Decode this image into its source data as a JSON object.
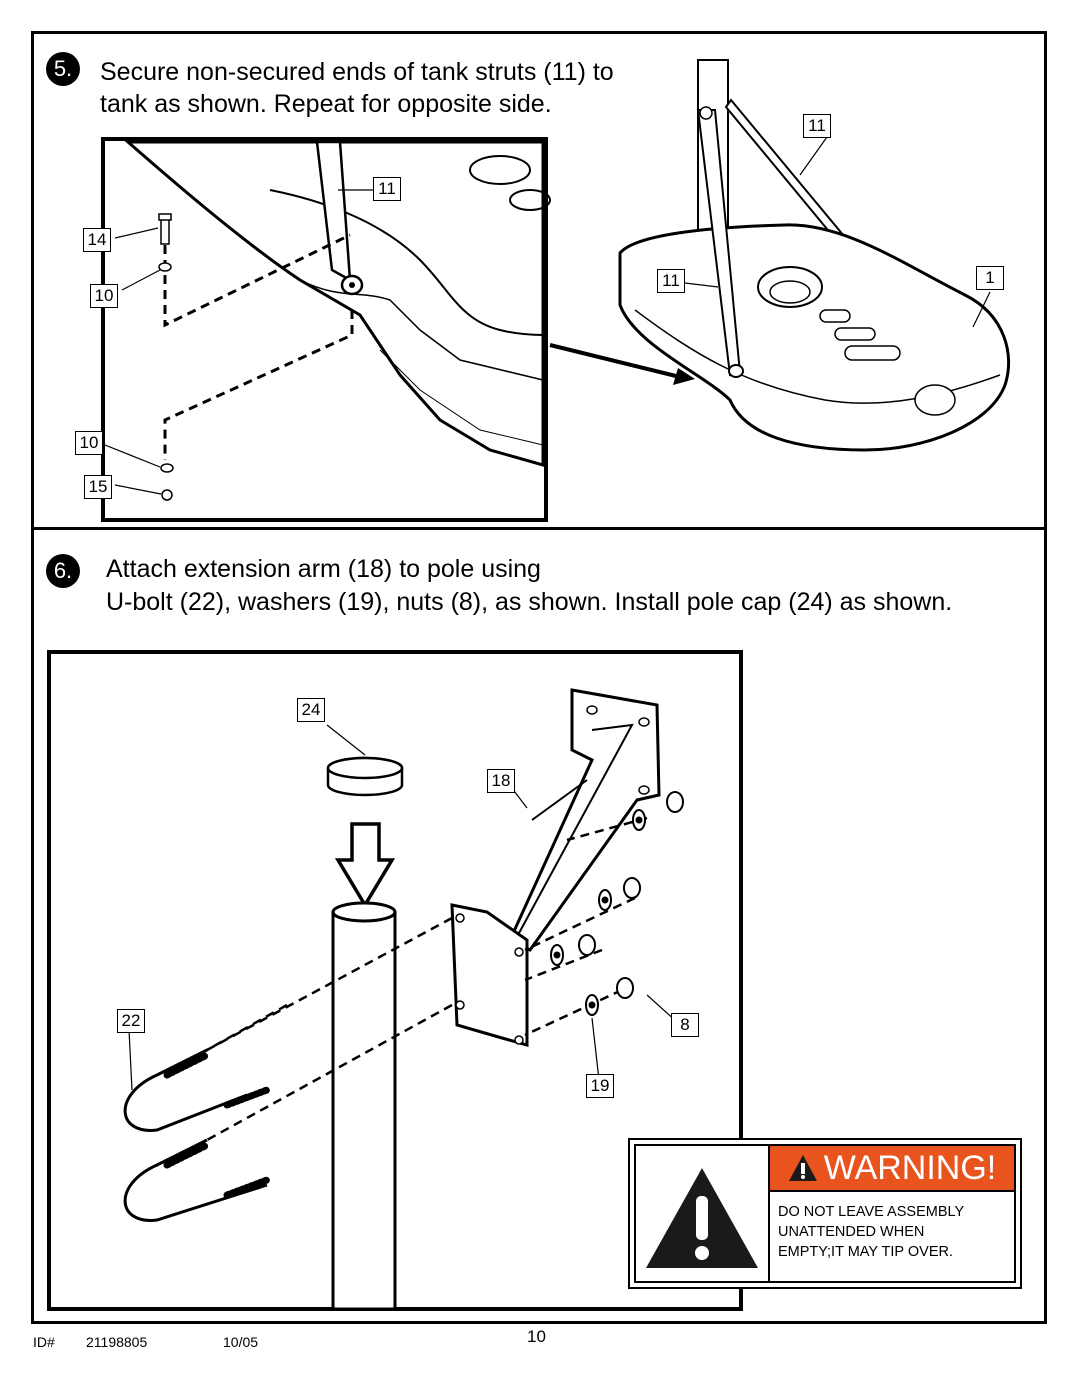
{
  "step5": {
    "number": "5.",
    "line1": "Secure non-secured ends of tank struts (11) to",
    "line2": "tank as shown.  Repeat for opposite side."
  },
  "step6": {
    "number": "6.",
    "line1": "Attach extension arm (18) to pole using",
    "line2": "U-bolt (22), washers (19), nuts (8), as shown. Install pole cap (24) as shown."
  },
  "callouts": {
    "c11_detail": "11",
    "c14": "14",
    "c10_upper": "10",
    "c10_lower": "10",
    "c15": "15",
    "c11_top": "11",
    "c11_side": "11",
    "c1": "1",
    "c24": "24",
    "c18": "18",
    "c22": "22",
    "c8": "8",
    "c19": "19"
  },
  "warning": {
    "title": "WARNING!",
    "lines": [
      "DO NOT LEAVE ASSEMBLY",
      "UNATTENDED WHEN",
      "EMPTY;IT MAY TIP OVER."
    ],
    "color": "#e8531e"
  },
  "footer": {
    "id_label": "ID#",
    "id_value": "21198805",
    "date": "10/05",
    "page": "10"
  }
}
